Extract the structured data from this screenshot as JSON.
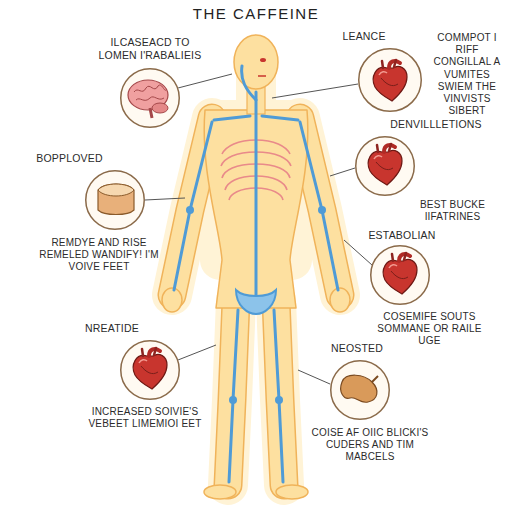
{
  "diagram": {
    "title": "THE CAFFEINE",
    "nodes": [
      {
        "text": [
          "ILCASEACD TO LOMEN I'RABALIEIS"
        ]
      },
      {
        "text": [
          "LEANCE",
          "COMMPOT I RIFF CONGILLAL A VUMITES SWIEM THE VINVISTS SIBERT"
        ]
      },
      {
        "text": [
          "DENVILLLETIONS",
          "BEST BUCKE IIFATRINES"
        ]
      },
      {
        "text": [
          "BOPPLOVED",
          "REMDYE AND RISE REMELED WANDIFY! I'M VOIVE FEET"
        ]
      },
      {
        "text": [
          "ESTABOLIAN",
          "COSEMIFE SOUTS SOMMANE OR RAILE UGE"
        ]
      },
      {
        "text": [
          "NREATIDE",
          "INCREASED SOIVIE'S VEBEET LIMEMIOI EET"
        ]
      },
      {
        "text": [
          "NEOSTED",
          "COISE AF OIIC BLICKI'S CUDERS AND TIM MABCELS"
        ]
      }
    ]
  }
}
